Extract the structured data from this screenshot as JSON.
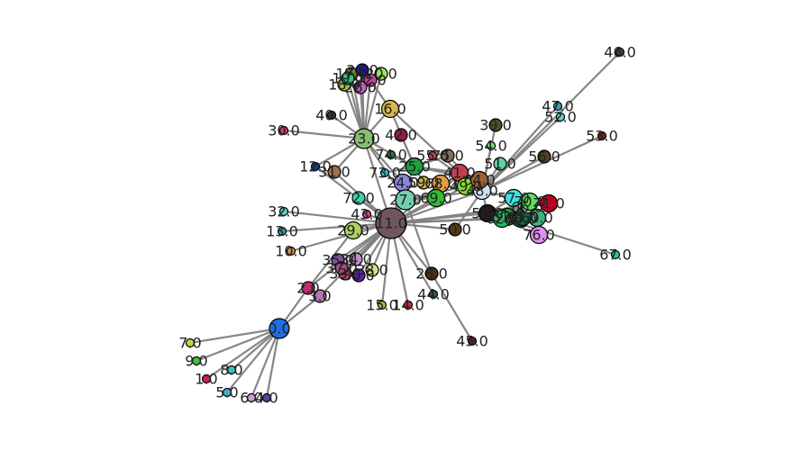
{
  "chart_data": {
    "type": "network",
    "edge_color": "#808080",
    "nodes": [
      {
        "id": "0.0",
        "color": "#1f6fe0",
        "size": "large"
      },
      {
        "id": "1.0",
        "color": "#d0204a",
        "size": "tiny"
      },
      {
        "id": "2.0",
        "color": "#c03070",
        "size": "small"
      },
      {
        "id": "3.0",
        "color": "#b07ab0",
        "size": "small"
      },
      {
        "id": "4.0",
        "color": "#6040a0",
        "size": "tiny"
      },
      {
        "id": "5.0",
        "color": "#40b0c0",
        "size": "tiny"
      },
      {
        "id": "6.0",
        "color": "#c0a0d0",
        "size": "tiny"
      },
      {
        "id": "7.0",
        "color": "#c8d040",
        "size": "tiny"
      },
      {
        "id": "8.0",
        "color": "#40c0b0",
        "size": "tiny"
      },
      {
        "id": "9.0",
        "color": "#40c040",
        "size": "tiny"
      },
      {
        "id": "10.0",
        "color": "#d09050",
        "size": "tiny"
      },
      {
        "id": "11.0",
        "color": "#6e5560",
        "size": "huge"
      },
      {
        "id": "12.0",
        "color": "#1a3a80",
        "size": "tiny"
      },
      {
        "id": "13.0",
        "color": "#30a0a0",
        "size": "tiny"
      },
      {
        "id": "14.0",
        "color": "#c03040",
        "size": "tiny"
      },
      {
        "id": "15.0",
        "color": "#a0c040",
        "size": "tiny"
      },
      {
        "id": "16.0",
        "color": "#d8b850",
        "size": "medium"
      },
      {
        "id": "17.0",
        "color": "#6a8030",
        "size": "small"
      },
      {
        "id": "18.0",
        "color": "#98c840",
        "size": "small"
      },
      {
        "id": "19.0",
        "color": "#30c080",
        "size": "small"
      },
      {
        "id": "20.0",
        "color": "#a0e060",
        "size": "small"
      },
      {
        "id": "21.0",
        "color": "#1a1a8a",
        "size": "small"
      },
      {
        "id": "22.0",
        "color": "#d040a0",
        "size": "small"
      },
      {
        "id": "23.0",
        "color": "#88c070",
        "size": "large"
      },
      {
        "id": "24.0",
        "color": "#8888dd",
        "size": "medium"
      },
      {
        "id": "25.0",
        "color": "#20a040",
        "size": "medium"
      },
      {
        "id": "26.0",
        "color": "#c060c0",
        "size": "small"
      },
      {
        "id": "27.0",
        "color": "#70d0b0",
        "size": "large"
      },
      {
        "id": "28.0",
        "color": "#4a3010",
        "size": "small"
      },
      {
        "id": "29.0",
        "color": "#b0d060",
        "size": "medium"
      },
      {
        "id": "30.0",
        "color": "#d04060",
        "size": "tiny"
      },
      {
        "id": "31.0",
        "color": "#a07050",
        "size": "small"
      },
      {
        "id": "32.0",
        "color": "#60d0c0",
        "size": "tiny"
      },
      {
        "id": "33.0",
        "color": "#b04070",
        "size": "small"
      },
      {
        "id": "34.0",
        "color": "#c090d0",
        "size": "small"
      },
      {
        "id": "35.0",
        "color": "#8050a0",
        "size": "small"
      },
      {
        "id": "36.0",
        "color": "#6020c0",
        "size": "small"
      },
      {
        "id": "37.0",
        "color": "#a05080",
        "size": "small"
      },
      {
        "id": "38.0",
        "color": "#e0e080",
        "size": "small"
      },
      {
        "id": "39.0",
        "color": "#505020",
        "size": "small"
      },
      {
        "id": "40.0",
        "color": "#403040",
        "size": "tiny"
      },
      {
        "id": "41.0",
        "color": "#c04050",
        "size": "medium"
      },
      {
        "id": "42.0",
        "color": "#902040",
        "size": "small"
      },
      {
        "id": "43.0",
        "color": "#d04090",
        "size": "tiny"
      },
      {
        "id": "44.0",
        "color": "#306030",
        "size": "tiny"
      },
      {
        "id": "45.0",
        "color": "#5a2030",
        "size": "tiny"
      },
      {
        "id": "46.0",
        "color": "#404040",
        "size": "tiny"
      },
      {
        "id": "47.0",
        "color": "#30a0c0",
        "size": "tiny"
      },
      {
        "id": "48.0",
        "color": "#d0e0f0",
        "size": "medium"
      },
      {
        "id": "49.0",
        "color": "#80e030",
        "size": "medium"
      },
      {
        "id": "50.0",
        "color": "#5a3a10",
        "size": "small"
      },
      {
        "id": "51.0",
        "color": "#60d0a0",
        "size": "small"
      },
      {
        "id": "52.0",
        "color": "#60d0d0",
        "size": "tiny"
      },
      {
        "id": "53.0",
        "color": "#802020",
        "size": "tiny"
      },
      {
        "id": "54.0",
        "color": "#70e070",
        "size": "tiny"
      },
      {
        "id": "55.0",
        "color": "#d04040",
        "size": "tiny"
      },
      {
        "id": "56.0",
        "color": "#504020",
        "size": "small"
      },
      {
        "id": "57.0",
        "color": "#40e0e0",
        "size": "medium"
      },
      {
        "id": "58.0",
        "color": "#201820",
        "size": "medium"
      },
      {
        "id": "59.0",
        "color": "#d0b040",
        "size": "small"
      },
      {
        "id": "60.0",
        "color": "#40b080",
        "size": "medium"
      },
      {
        "id": "61.0",
        "color": "#20a040",
        "size": "medium"
      },
      {
        "id": "62.0",
        "color": "#20c060",
        "size": "medium"
      },
      {
        "id": "63.0",
        "color": "#206040",
        "size": "medium"
      },
      {
        "id": "64.0",
        "color": "#a06030",
        "size": "medium"
      },
      {
        "id": "65.0",
        "color": "#107040",
        "size": "medium"
      },
      {
        "id": "66.0",
        "color": "#b0b0b0",
        "size": "small"
      },
      {
        "id": "67.0",
        "color": "#30c0a0",
        "size": "tiny"
      },
      {
        "id": "68.0",
        "color": "#e0a040",
        "size": "medium"
      },
      {
        "id": "69.0",
        "color": "#30c030",
        "size": "medium"
      },
      {
        "id": "70.0",
        "color": "#60e060",
        "size": "medium"
      },
      {
        "id": "71.0",
        "color": "#c00020",
        "size": "medium"
      },
      {
        "id": "72.0",
        "color": "#40d0b0",
        "size": "small"
      },
      {
        "id": "73.0",
        "color": "#30c0d0",
        "size": "tiny"
      },
      {
        "id": "74.0",
        "color": "#208040",
        "size": "tiny"
      },
      {
        "id": "75.0",
        "color": "#807060",
        "size": "small"
      },
      {
        "id": "76.0",
        "color": "#e090f0",
        "size": "medium"
      }
    ],
    "edges": [
      [
        "0.0",
        "1.0"
      ],
      [
        "0.0",
        "4.0"
      ],
      [
        "0.0",
        "5.0"
      ],
      [
        "0.0",
        "6.0"
      ],
      [
        "0.0",
        "7.0"
      ],
      [
        "0.0",
        "8.0"
      ],
      [
        "0.0",
        "9.0"
      ],
      [
        "0.0",
        "3.0"
      ],
      [
        "0.0",
        "2.0"
      ],
      [
        "3.0",
        "11.0"
      ],
      [
        "2.0",
        "11.0"
      ],
      [
        "2.0",
        "29.0"
      ],
      [
        "11.0",
        "10.0"
      ],
      [
        "11.0",
        "13.0"
      ],
      [
        "11.0",
        "32.0"
      ],
      [
        "11.0",
        "15.0"
      ],
      [
        "11.0",
        "14.0"
      ],
      [
        "11.0",
        "28.0"
      ],
      [
        "11.0",
        "44.0"
      ],
      [
        "11.0",
        "50.0"
      ],
      [
        "11.0",
        "29.0"
      ],
      [
        "11.0",
        "43.0"
      ],
      [
        "11.0",
        "72.0"
      ],
      [
        "11.0",
        "31.0"
      ],
      [
        "11.0",
        "12.0"
      ],
      [
        "11.0",
        "23.0"
      ],
      [
        "11.0",
        "27.0"
      ],
      [
        "11.0",
        "24.0"
      ],
      [
        "11.0",
        "25.0"
      ],
      [
        "11.0",
        "49.0"
      ],
      [
        "11.0",
        "48.0"
      ],
      [
        "11.0",
        "58.0"
      ],
      [
        "11.0",
        "62.0"
      ],
      [
        "11.0",
        "65.0"
      ],
      [
        "11.0",
        "33.0"
      ],
      [
        "11.0",
        "34.0"
      ],
      [
        "11.0",
        "35.0"
      ],
      [
        "11.0",
        "36.0"
      ],
      [
        "11.0",
        "37.0"
      ],
      [
        "11.0",
        "38.0"
      ],
      [
        "11.0",
        "68.0"
      ],
      [
        "11.0",
        "69.0"
      ],
      [
        "11.0",
        "71.0"
      ],
      [
        "23.0",
        "30.0"
      ],
      [
        "23.0",
        "40.0"
      ],
      [
        "23.0",
        "12.0"
      ],
      [
        "23.0",
        "31.0"
      ],
      [
        "23.0",
        "17.0"
      ],
      [
        "23.0",
        "18.0"
      ],
      [
        "23.0",
        "19.0"
      ],
      [
        "23.0",
        "20.0"
      ],
      [
        "23.0",
        "21.0"
      ],
      [
        "23.0",
        "22.0"
      ],
      [
        "23.0",
        "26.0"
      ],
      [
        "23.0",
        "16.0"
      ],
      [
        "23.0",
        "24.0"
      ],
      [
        "23.0",
        "27.0"
      ],
      [
        "23.0",
        "25.0"
      ],
      [
        "16.0",
        "22.0"
      ],
      [
        "16.0",
        "25.0"
      ],
      [
        "16.0",
        "41.0"
      ],
      [
        "28.0",
        "45.0"
      ],
      [
        "28.0",
        "27.0"
      ],
      [
        "25.0",
        "73.0"
      ],
      [
        "25.0",
        "74.0"
      ],
      [
        "25.0",
        "42.0"
      ],
      [
        "25.0",
        "75.0"
      ],
      [
        "25.0",
        "41.0"
      ],
      [
        "25.0",
        "59.0"
      ],
      [
        "25.0",
        "64.0"
      ],
      [
        "27.0",
        "24.0"
      ],
      [
        "27.0",
        "48.0"
      ],
      [
        "27.0",
        "49.0"
      ],
      [
        "27.0",
        "69.0"
      ],
      [
        "48.0",
        "39.0"
      ],
      [
        "48.0",
        "52.0"
      ],
      [
        "48.0",
        "46.0"
      ],
      [
        "48.0",
        "47.0"
      ],
      [
        "48.0",
        "53.0"
      ],
      [
        "48.0",
        "54.0"
      ],
      [
        "48.0",
        "55.0"
      ],
      [
        "48.0",
        "56.0"
      ],
      [
        "48.0",
        "51.0"
      ],
      [
        "48.0",
        "50.0"
      ],
      [
        "48.0",
        "57.0"
      ],
      [
        "48.0",
        "58.0"
      ],
      [
        "48.0",
        "64.0"
      ],
      [
        "48.0",
        "41.0"
      ],
      [
        "48.0",
        "75.0"
      ],
      [
        "58.0",
        "60.0"
      ],
      [
        "58.0",
        "61.0"
      ],
      [
        "58.0",
        "62.0"
      ],
      [
        "58.0",
        "63.0"
      ],
      [
        "58.0",
        "65.0"
      ],
      [
        "58.0",
        "66.0"
      ],
      [
        "58.0",
        "70.0"
      ],
      [
        "58.0",
        "71.0"
      ],
      [
        "58.0",
        "76.0"
      ],
      [
        "58.0",
        "67.0"
      ],
      [
        "58.0",
        "57.0"
      ],
      [
        "41.0",
        "69.0"
      ],
      [
        "41.0",
        "64.0"
      ]
    ]
  }
}
